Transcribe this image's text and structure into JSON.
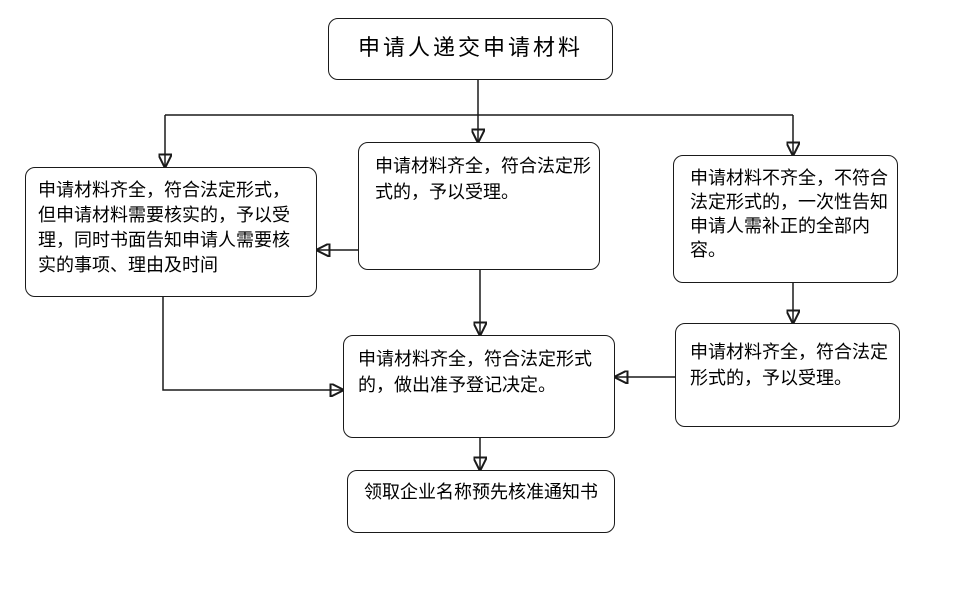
{
  "diagram": {
    "background_color": "#ffffff",
    "line_color": "#1a1a1a",
    "box_fill_color": "#ffffff",
    "nodes": {
      "start": {
        "label": "申请人递交申请材料"
      },
      "left_verify": {
        "label": "申请材料齐全，符合法定形式，\n但申请材料需要核实的，予以受\n理，同时书面告知申请人需要核\n实的事项、理由及时间"
      },
      "mid_accept": {
        "label": "申请材料齐全，符合法定形\n式的，予以受理。"
      },
      "right_incomplete": {
        "label": "申请材料不齐全，不符合\n法定形式的，一次性告知\n申请人需补正的全部内\n容。"
      },
      "right_accept": {
        "label": "申请材料齐全，符合法定\n形式的，予以受理。"
      },
      "decision": {
        "label": "申请材料齐全，符合法定形式\n的，做出准予登记决定。"
      },
      "end": {
        "label": "领取企业名称预先核准通知书"
      }
    }
  }
}
